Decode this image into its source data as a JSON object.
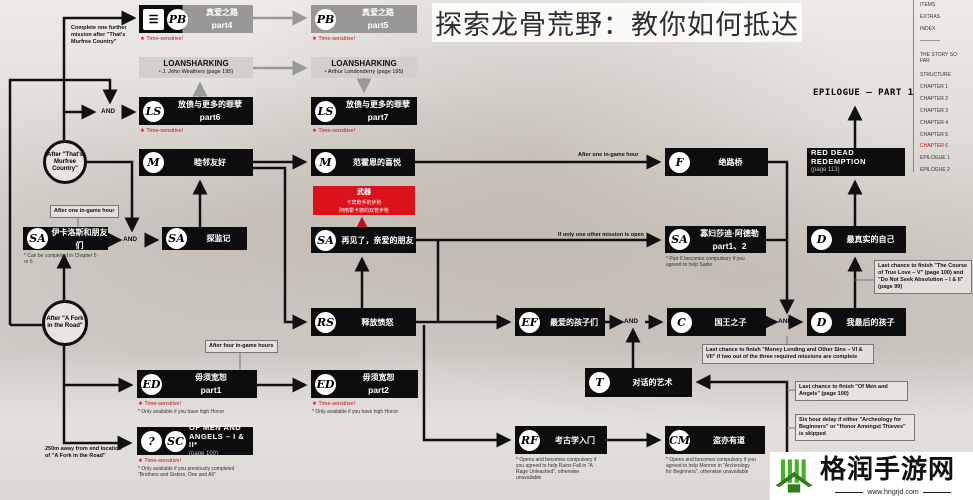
{
  "title": "探索龙骨荒野：教你如何抵达",
  "heading": "EPILOGUE — PART 1",
  "nav": {
    "items": [
      "ITEMS",
      "EXTRAS",
      "INDEX",
      "THE STORY SO FAR",
      "STRUCTURE",
      "CHAPTER 1",
      "CHAPTER 2",
      "CHAPTER 3",
      "CHAPTER 4",
      "CHAPTER 5",
      "CHAPTER 6",
      "EPILOGUE 1",
      "EPILOGUE 2"
    ],
    "active": "CHAPTER 6",
    "active_color": "#c0121b"
  },
  "time_sensitive_label": "Time-sensitive!",
  "nodes": [
    {
      "id": "pb4",
      "style": "black-grey",
      "icons": [
        "☰",
        "PB"
      ],
      "title": "真爱之路",
      "subtitle": "part4",
      "time_sensitive": true
    },
    {
      "id": "pb5",
      "style": "grey",
      "icons": [
        "PB"
      ],
      "title": "真爱之路",
      "subtitle": "part5",
      "time_sensitive": true
    },
    {
      "id": "loan1",
      "style": "light",
      "title": "LOANSHARKING",
      "subtitle": "J. John Weathers (page 195)"
    },
    {
      "id": "loan2",
      "style": "light",
      "title": "LOANSHARKING",
      "subtitle": "Arthur Londonderry (page 195)"
    },
    {
      "id": "ls6",
      "style": "black",
      "icons": [
        "LS"
      ],
      "title": "放债与更多的罪孽",
      "subtitle": "part6",
      "time_sensitive": true
    },
    {
      "id": "ls7",
      "style": "black",
      "icons": [
        "LS"
      ],
      "title": "放债与更多的罪孽",
      "subtitle": "part7",
      "time_sensitive": true
    },
    {
      "id": "m1",
      "style": "black",
      "icons": [
        "M"
      ],
      "title": "睦邻友好"
    },
    {
      "id": "m2",
      "style": "black",
      "icons": [
        "M"
      ],
      "title": "范霍恩的喜悦"
    },
    {
      "id": "weapon",
      "style": "red",
      "title": "武器",
      "lines": [
        "卡宾枪手的步枪",
        "阿南霍卡德的双管步枪"
      ]
    },
    {
      "id": "sa1",
      "style": "black",
      "icons": [
        "SA"
      ],
      "title": "伊卡洛斯和朋友们",
      "note": "* Can be completed in Chapter 5 or 6"
    },
    {
      "id": "sa2",
      "style": "black",
      "icons": [
        "SA"
      ],
      "title": "探监记"
    },
    {
      "id": "sa3",
      "style": "black",
      "icons": [
        "SA"
      ],
      "title": "再见了，亲爱的朋友"
    },
    {
      "id": "f",
      "style": "black",
      "icons": [
        "F"
      ],
      "title": "绝路桥"
    },
    {
      "id": "sa4",
      "style": "black",
      "icons": [
        "SA"
      ],
      "title": "寡妇莎迪·阿德勒",
      "subtitle": "part1、2",
      "note": "* Part II becomes compulsory if you agreed to help Sadie"
    },
    {
      "id": "rdr",
      "style": "latin",
      "title": "RED DEAD REDEMPTION",
      "subtitle": "(page 113)"
    },
    {
      "id": "d1",
      "style": "black",
      "icons": [
        "D"
      ],
      "title": "最真实的自己"
    },
    {
      "id": "rs",
      "style": "black",
      "icons": [
        "RS"
      ],
      "title": "释放愤怒"
    },
    {
      "id": "ef",
      "style": "black",
      "icons": [
        "EF"
      ],
      "title": "最爱的孩子们"
    },
    {
      "id": "c",
      "style": "black",
      "icons": [
        "C"
      ],
      "title": "国王之子"
    },
    {
      "id": "d2",
      "style": "black",
      "icons": [
        "D"
      ],
      "title": "我最后的孩子"
    },
    {
      "id": "t",
      "style": "black",
      "icons": [
        "T"
      ],
      "title": "对话的艺术"
    },
    {
      "id": "ed1",
      "style": "black",
      "icons": [
        "ED"
      ],
      "title": "毋须宽恕",
      "subtitle": "part1",
      "time_sensitive": true,
      "note": "* Only available if you have high Honor"
    },
    {
      "id": "ed2",
      "style": "black",
      "icons": [
        "ED"
      ],
      "title": "毋须宽恕",
      "subtitle": "part2",
      "time_sensitive": true,
      "note": "* Only available if you have high Honor"
    },
    {
      "id": "men",
      "style": "latin",
      "icons": [
        "?",
        "SC"
      ],
      "title": "OF MEN AND ANGELS – I & II*",
      "subtitle": "(page 100)",
      "time_sensitive": true,
      "note": "* Only available if you previously completed \"Brothers and Sisters, One and All\""
    },
    {
      "id": "rf",
      "style": "black",
      "icons": [
        "RF"
      ],
      "title": "考古学入门",
      "note": "* Opens and becomes compulsory if you agreed to help Rains Fall in \"A Rage Unleashed\", otherwise unavailable"
    },
    {
      "id": "cm",
      "style": "black",
      "icons": [
        "CM"
      ],
      "title": "盗亦有道",
      "note": "* Opens and becomes compulsory if you agreed to help Monroe in \"Archeology for Beginners\", otherwise unavailable"
    }
  ],
  "circles": {
    "murfree": "After \"That's Murfree Country\"",
    "fork": "After \"A Fork in the Road\""
  },
  "and_label": "AND",
  "labels": {
    "complete_one": "Complete one further mission after \"That's Murfree Country\"",
    "after_hour_left": "After one in-game hour",
    "after_four": "After four in-game hours",
    "away_250": "250m away from end location of \"A Fork in the Road\"",
    "after_hour_right": "After one in-game hour",
    "only_one": "If only one other mission is open",
    "last_chance_love": "Last chance to finish \"The Course of True Love – V\" (page 100) and \"Do Not Seek Absolution – I & II\" (page 99)",
    "last_chance_money": "Last chance to finish \"Money Lending and Other Sins – VI & VII\" if two out of the three required missions are complete",
    "last_chance_angels": "Last chance to finish \"Of Men and Angels\" (page 100)",
    "six_hour": "Six hour delay if either \"Archeology for Beginners\" or \"Honor Amongst Thieves\" is skipped"
  },
  "watermark": {
    "name": "格润手游网",
    "url": "www.hngrjd.com",
    "color": "#3a8a1e"
  }
}
